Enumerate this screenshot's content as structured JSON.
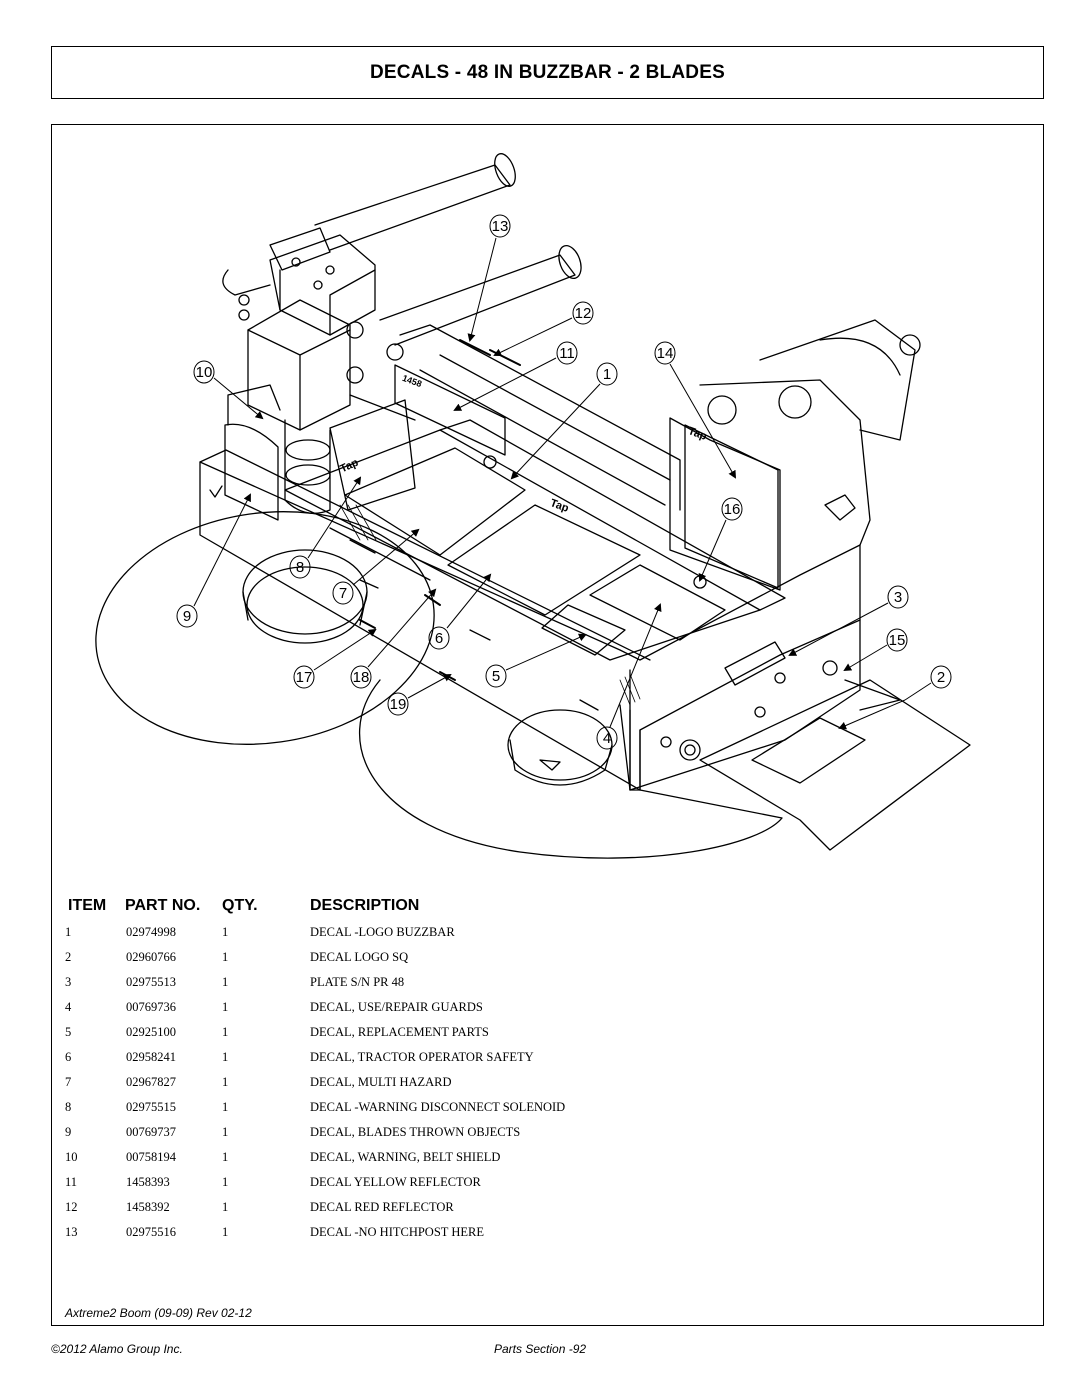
{
  "title": "DECALS - 48 IN BUZZBAR - 2 BLADES",
  "callouts": [
    "1",
    "2",
    "3",
    "4",
    "5",
    "6",
    "7",
    "8",
    "9",
    "10",
    "11",
    "12",
    "13",
    "14",
    "15",
    "16",
    "17",
    "18",
    "19"
  ],
  "table": {
    "headers": {
      "item": "ITEM",
      "part_no": "PART NO.",
      "qty": "QTY.",
      "description": "DESCRIPTION"
    },
    "rows": [
      {
        "item": "1",
        "part_no": "02974998",
        "qty": "1",
        "description": "DECAL -LOGO BUZZBAR"
      },
      {
        "item": "2",
        "part_no": "02960766",
        "qty": "1",
        "description": "DECAL LOGO SQ"
      },
      {
        "item": "3",
        "part_no": "02975513",
        "qty": "1",
        "description": "PLATE S/N PR 48"
      },
      {
        "item": "4",
        "part_no": "00769736",
        "qty": "1",
        "description": "DECAL, USE/REPAIR GUARDS"
      },
      {
        "item": "5",
        "part_no": "02925100",
        "qty": "1",
        "description": "DECAL, REPLACEMENT PARTS"
      },
      {
        "item": "6",
        "part_no": "02958241",
        "qty": "1",
        "description": "DECAL, TRACTOR OPERATOR SAFETY"
      },
      {
        "item": "7",
        "part_no": "02967827",
        "qty": "1",
        "description": "DECAL, MULTI HAZARD"
      },
      {
        "item": "8",
        "part_no": "02975515",
        "qty": "1",
        "description": "DECAL -WARNING DISCONNECT SOLENOID"
      },
      {
        "item": "9",
        "part_no": "00769737",
        "qty": "1",
        "description": "DECAL, BLADES THROWN OBJECTS"
      },
      {
        "item": "10",
        "part_no": "00758194",
        "qty": "1",
        "description": "DECAL, WARNING, BELT SHIELD"
      },
      {
        "item": "11",
        "part_no": "1458393",
        "qty": "1",
        "description": "DECAL YELLOW REFLECTOR"
      },
      {
        "item": "12",
        "part_no": "1458392",
        "qty": "1",
        "description": "DECAL RED REFLECTOR"
      },
      {
        "item": "13",
        "part_no": "02975516",
        "qty": "1",
        "description": "DECAL -NO HITCHPOST HERE"
      }
    ]
  },
  "footer": {
    "doc_ref": "Axtreme2 Boom (09-09) Rev 02-12",
    "copyright": "©2012 Alamo Group Inc.",
    "page": "Parts Section -92"
  },
  "decal_marks": [
    "Tap",
    "Tap",
    "Tap",
    "1458"
  ]
}
